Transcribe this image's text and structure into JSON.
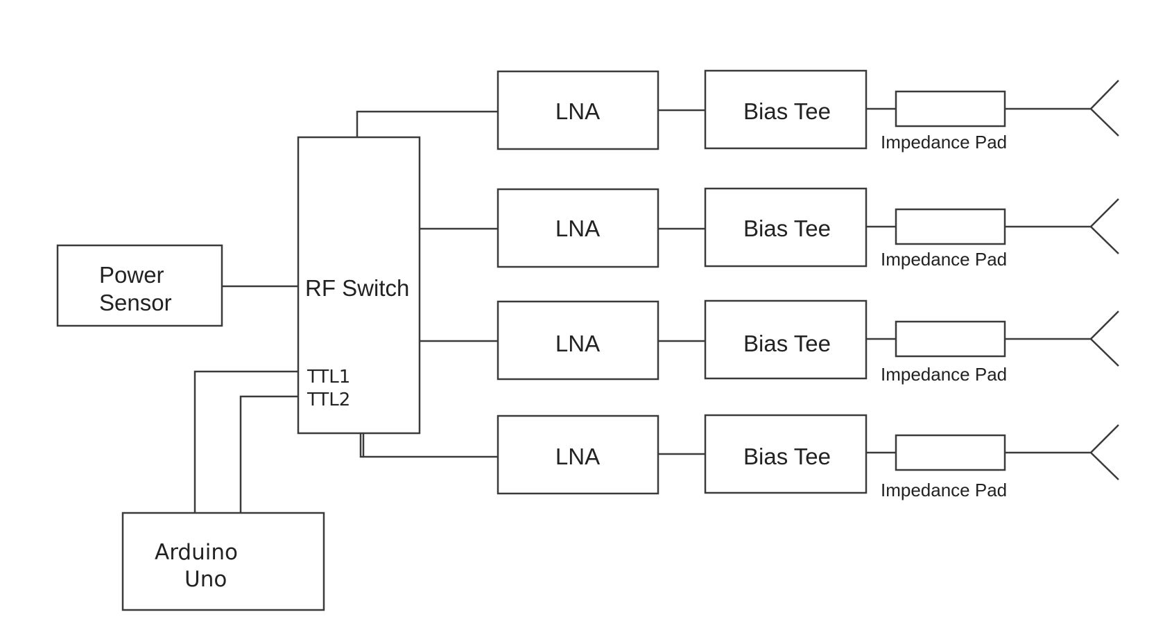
{
  "diagram": {
    "power_sensor": {
      "line1": "Power",
      "line2": "Sensor"
    },
    "rf_switch": {
      "label": "RF Switch",
      "ttl1": "TTL1",
      "ttl2": "TTL2"
    },
    "arduino": {
      "line1": "Arduino",
      "line2": "Uno"
    },
    "chains": [
      {
        "lna": "LNA",
        "bias_tee": "Bias Tee",
        "pad": "Impedance Pad"
      },
      {
        "lna": "LNA",
        "bias_tee": "Bias Tee",
        "pad": "Impedance Pad"
      },
      {
        "lna": "LNA",
        "bias_tee": "Bias Tee",
        "pad": "Impedance Pad"
      },
      {
        "lna": "LNA",
        "bias_tee": "Bias Tee",
        "pad": "Impedance Pad"
      }
    ],
    "colors": {
      "line": "#3a3a3a",
      "text": "#222222",
      "background": "#ffffff"
    }
  }
}
